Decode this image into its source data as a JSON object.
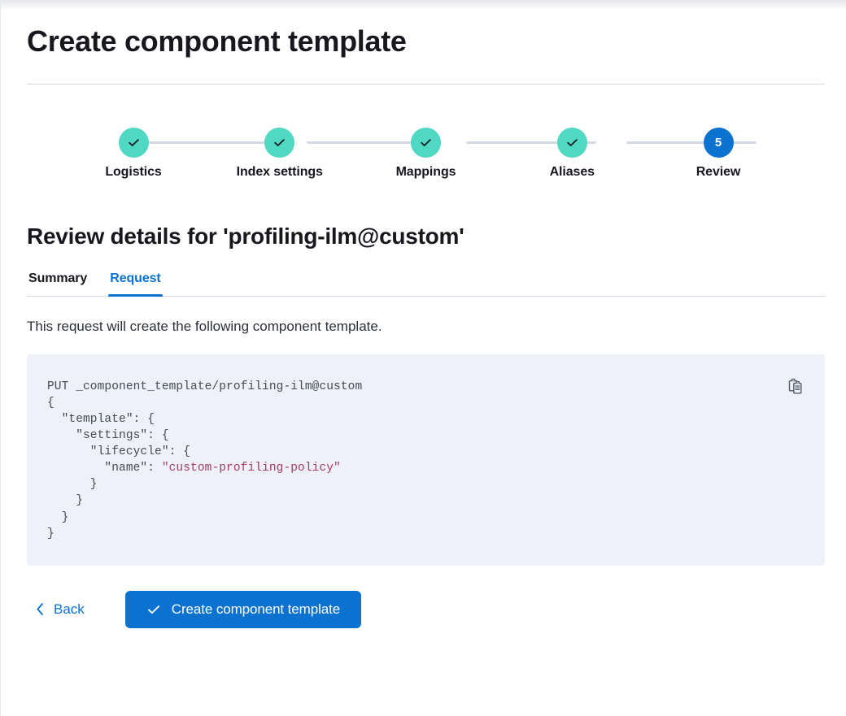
{
  "header": {
    "title": "Create component template"
  },
  "stepper": {
    "steps": [
      {
        "label": "Logistics",
        "number": "1",
        "state": "complete",
        "icon": "check-icon"
      },
      {
        "label": "Index settings",
        "number": "2",
        "state": "complete",
        "icon": "check-icon"
      },
      {
        "label": "Mappings",
        "number": "3",
        "state": "complete",
        "icon": "check-icon"
      },
      {
        "label": "Aliases",
        "number": "4",
        "state": "complete",
        "icon": "check-icon"
      },
      {
        "label": "Review",
        "number": "5",
        "state": "current",
        "icon": ""
      }
    ]
  },
  "review": {
    "section_title": "Review details for 'profiling-ilm@custom'",
    "tabs": [
      {
        "label": "Summary",
        "active": false
      },
      {
        "label": "Request",
        "active": true
      }
    ],
    "description": "This request will create the following component template.",
    "code": {
      "method_line": "PUT _component_template/profiling-ilm@custom",
      "body_before_string": "{\n  \"template\": {\n    \"settings\": {\n      \"lifecycle\": {\n        \"name\": ",
      "string_value": "\"custom-profiling-policy\"",
      "body_after_string": "\n      }\n    }\n  }\n}",
      "copy_button": "copy-icon"
    }
  },
  "actions": {
    "back_label": "Back",
    "submit_label": "Create component template"
  },
  "colors": {
    "accent_blue": "#0b72cf",
    "step_complete": "#4fd8c4",
    "connector": "#d3dae6",
    "code_bg": "#eef1fa",
    "code_string": "#a43c5f",
    "text_dark": "#16181d"
  }
}
